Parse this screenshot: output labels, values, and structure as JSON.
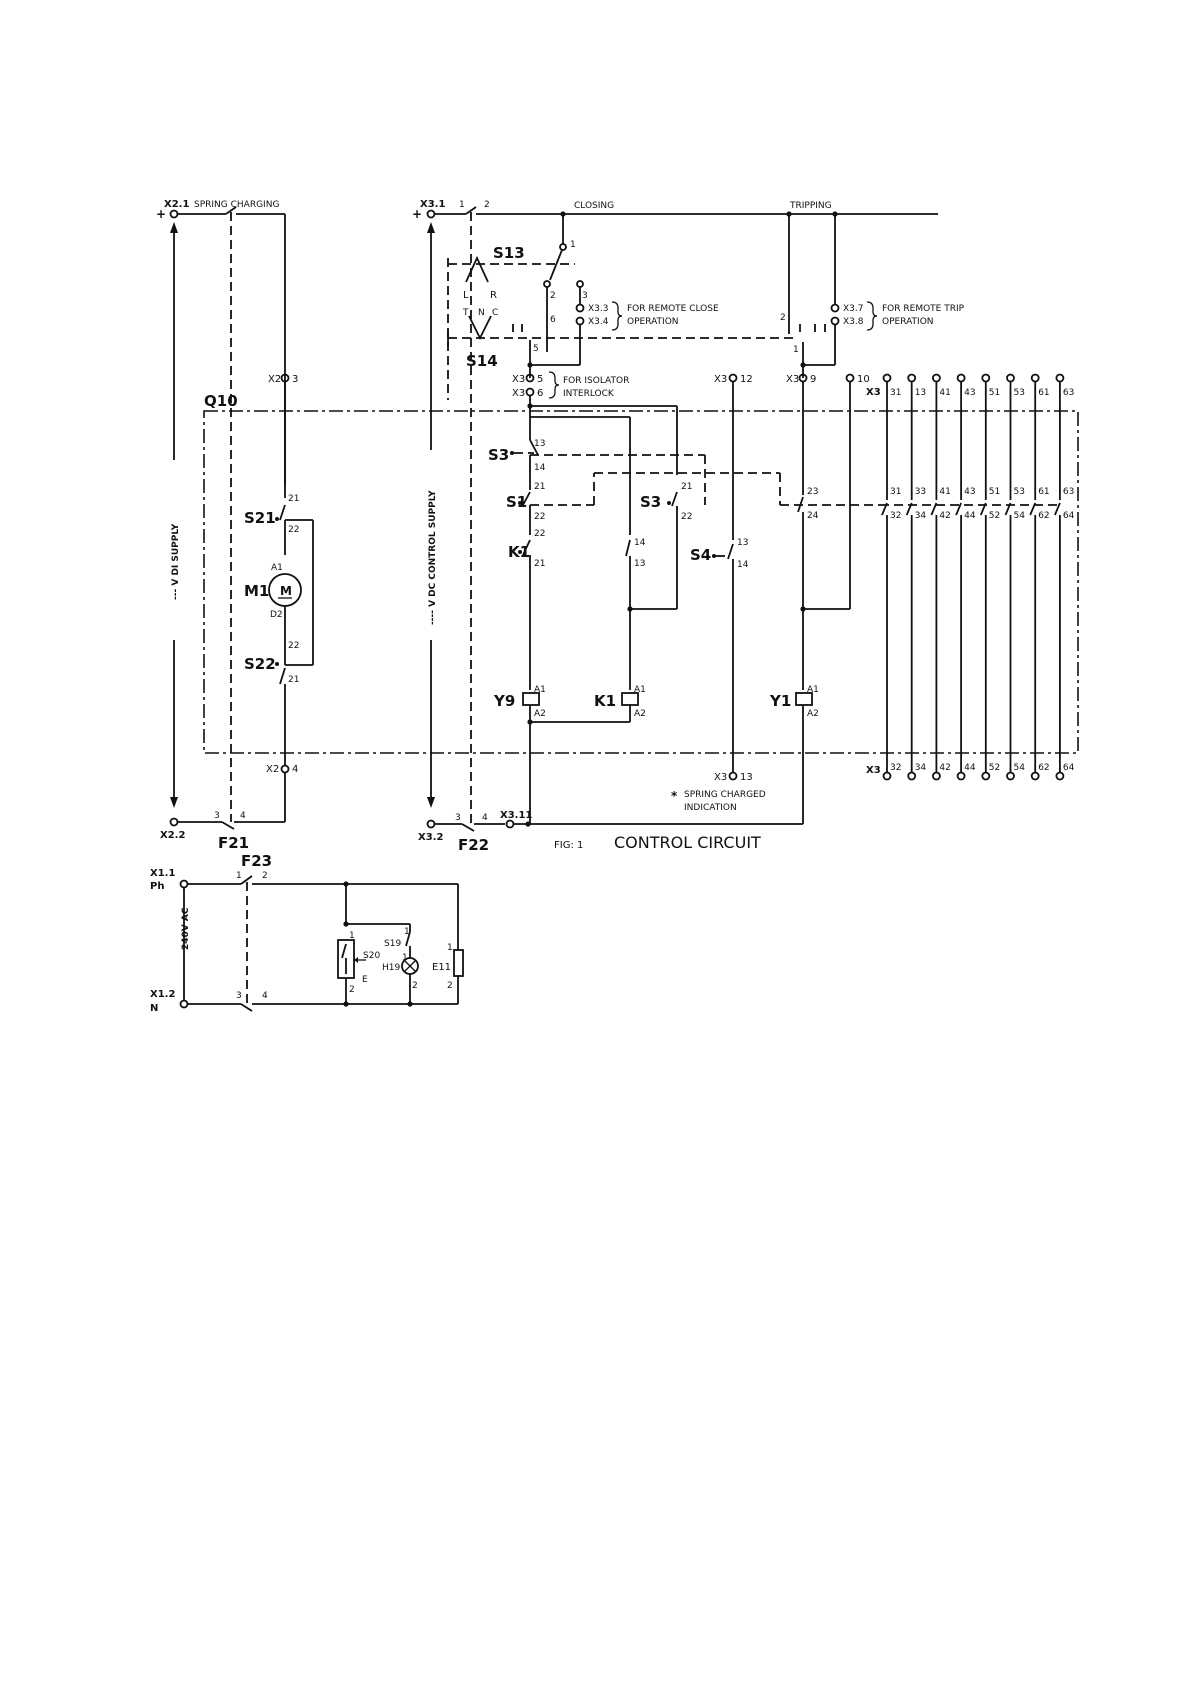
{
  "figure": {
    "caption_num": "FIG: 1",
    "caption": "CONTROL CIRCUIT"
  },
  "labels": {
    "plus_left": "+",
    "plus_mid": "+",
    "x21": "X2.1",
    "spring_charging": "SPRING CHARGING",
    "x31": "X3.1",
    "closing": "CLOSING",
    "tripping": "TRIPPING",
    "x22": "X2.2",
    "x32": "X3.2",
    "x311": "X3.11",
    "vdi_supply": "--- V DI SUPPLY",
    "vdc_control": "---- V DC CONTROL SUPPLY",
    "q10": "Q10",
    "x2_3": "X2",
    "x2_3n": "3",
    "x2_4": "X2",
    "x2_4n": "4",
    "s21": "S21",
    "s22": "S22",
    "m1": "M1",
    "m": "M",
    "a1": "A1",
    "d2": "D2",
    "n21a": "21",
    "n22a": "22",
    "n22b": "22",
    "n21b": "21",
    "s13": "S13",
    "s13_l": "L",
    "s13_r": "R",
    "s14": "S14",
    "s14_t": "T",
    "s14_n": "N",
    "s14_c": "C",
    "n1": "1",
    "n2": "2",
    "n3": "3",
    "n5": "5",
    "n6": "6",
    "x33": "X3.3",
    "x34": "X3.4",
    "remote_close_1": "FOR REMOTE CLOSE",
    "remote_close_2": "OPERATION",
    "x37": "X3.7",
    "x38": "X3.8",
    "remote_trip_1": "FOR REMOTE TRIP",
    "remote_trip_2": "OPERATION",
    "x3_5": "X3",
    "x3_5n": "5",
    "x3_6": "X3",
    "x3_6n": "6",
    "isolator_1": "FOR ISOLATOR",
    "isolator_2": "INTERLOCK",
    "x3_12": "X3",
    "x3_12n": "12",
    "x3_9": "X3",
    "x3_9n": "9",
    "n10": "10",
    "x3_top": "X3",
    "x3_bot": "X3",
    "x3_13": "X3",
    "x3_13n": "13",
    "spring_ind_1": "SPRING CHARGED",
    "spring_ind_2": "INDICATION",
    "star": "*",
    "s3a": "S3",
    "s1": "S1",
    "k1a": "K1",
    "s3b": "S3",
    "s4": "S4",
    "y9": "Y9",
    "k1b": "K1",
    "y1": "Y1",
    "n13a": "13",
    "n14a": "14",
    "n21c": "21",
    "n22c": "22",
    "n22d": "22",
    "n21d": "21",
    "n14b": "14",
    "n13b": "13",
    "n21e": "21",
    "n22e": "22",
    "n13c": "13",
    "n14c": "14",
    "n23": "23",
    "n24": "24",
    "y9_a1": "A1",
    "y9_a2": "A2",
    "k1_a1": "A1",
    "k1_a2": "A2",
    "y1_a1": "A1",
    "y1_a2": "A2",
    "f21": "F21",
    "f22": "F22",
    "f23": "F23",
    "f21_3": "3",
    "f21_4": "4",
    "f22_3": "3",
    "f22_4": "4",
    "f23_1": "1",
    "f23_2": "2",
    "f23_3": "3",
    "f23_4": "4",
    "x11": "X1.1",
    "ph": "Ph",
    "x12": "X1.2",
    "n_lbl": "N",
    "ac240": "240V AC",
    "s20": "S20",
    "s19": "S19",
    "h19": "H19",
    "e11": "E11",
    "e_lbl": "E",
    "s20_1": "1",
    "s20_2": "2",
    "s19_1": "1",
    "h19_1": "1",
    "h19_2": "2",
    "e11_1": "1",
    "e11_2": "2",
    "top_tick_2": "2",
    "top_tick_1": "1",
    "x3_switch_1": "1",
    "x3_switch_2": "2"
  },
  "terminals_top": [
    "31",
    "13",
    "41",
    "43",
    "51",
    "53",
    "61",
    "63"
  ],
  "contacts_upper": [
    "31",
    "33",
    "41",
    "43",
    "51",
    "53",
    "61",
    "63"
  ],
  "contacts_lower": [
    "32",
    "34",
    "42",
    "44",
    "52",
    "54",
    "62",
    "64"
  ],
  "terminals_bottom": [
    "32",
    "34",
    "42",
    "44",
    "52",
    "54",
    "62",
    "64"
  ]
}
